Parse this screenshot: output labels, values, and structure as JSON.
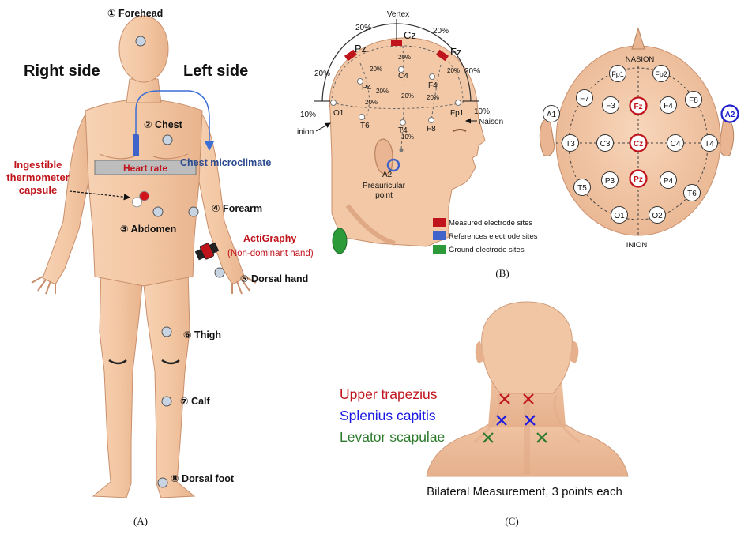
{
  "panelA": {
    "label": "(A)",
    "right_side": "Right side",
    "left_side": "Left side",
    "heart_rate": "Heart rate",
    "chest_microclimate": "Chest microclimate",
    "ingestible_l1": "Ingestible",
    "ingestible_l2": "thermometer",
    "ingestible_l3": "capsule",
    "actigraphy": "ActiGraphy",
    "actigraphy_sub": "(Non-dominant hand)",
    "sites": {
      "forehead": "① Forehead",
      "chest": "② Chest",
      "abdomen": "③ Abdomen",
      "forearm": "④ Forearm",
      "dorsal_hand": "⑤ Dorsal hand",
      "thigh": "⑥ Thigh",
      "calf": "⑦ Calf",
      "dorsal_foot": "⑧ Dorsal foot"
    }
  },
  "panelB": {
    "label": "(B)",
    "vertex": "Vertex",
    "inion": "inion",
    "naison": "Naison",
    "preauricular_l1": "Preauricular",
    "preauricular_l2": "point",
    "pct": "20%",
    "pct10": "10%",
    "side_electrodes": {
      "pz": "Pz",
      "cz": "Cz",
      "fz": "Fz",
      "p4": "P4",
      "c4": "C4",
      "f4": "F4",
      "o1": "O1",
      "t6": "T6",
      "t4": "T4",
      "f8": "F8",
      "fp1": "Fp1",
      "a2": "A2"
    },
    "legend": {
      "measured": "Measured electrode sites",
      "references": "References electrode sites",
      "ground": "Ground electrode sites"
    },
    "top_view": {
      "nasion": "NASION",
      "inion": "INION",
      "electrodes": {
        "fp1": "Fp1",
        "fp2": "Fp2",
        "f7": "F7",
        "f3": "F3",
        "fz": "Fz",
        "f4": "F4",
        "f8": "F8",
        "a1": "A1",
        "a2": "A2",
        "t3": "T3",
        "c3": "C3",
        "cz": "Cz",
        "c4": "C4",
        "t4": "T4",
        "t5": "T5",
        "p3": "P3",
        "pz": "Pz",
        "p4": "P4",
        "t6": "T6",
        "o1": "O1",
        "o2": "O2"
      }
    },
    "colors": {
      "measured": "#c0141c",
      "reference": "#3f63c8",
      "ground": "#2d9a3a"
    }
  },
  "panelC": {
    "label": "(C)",
    "upper_trapezius": "Upper trapezius",
    "splenius_capitis": "Splenius capitis",
    "levator_scapulae": "Levator scapulae",
    "bilateral": "Bilateral Measurement, 3 points each",
    "colors": {
      "trapezius": "#c0141c",
      "splenius": "#1a1ae0",
      "levator": "#2d7a2d"
    }
  },
  "colors": {
    "skin": "#f2c8a6",
    "skin_shade": "#e4ad88",
    "site_dot": "#c8d4e2",
    "heart_band": "#bdbdbd"
  }
}
